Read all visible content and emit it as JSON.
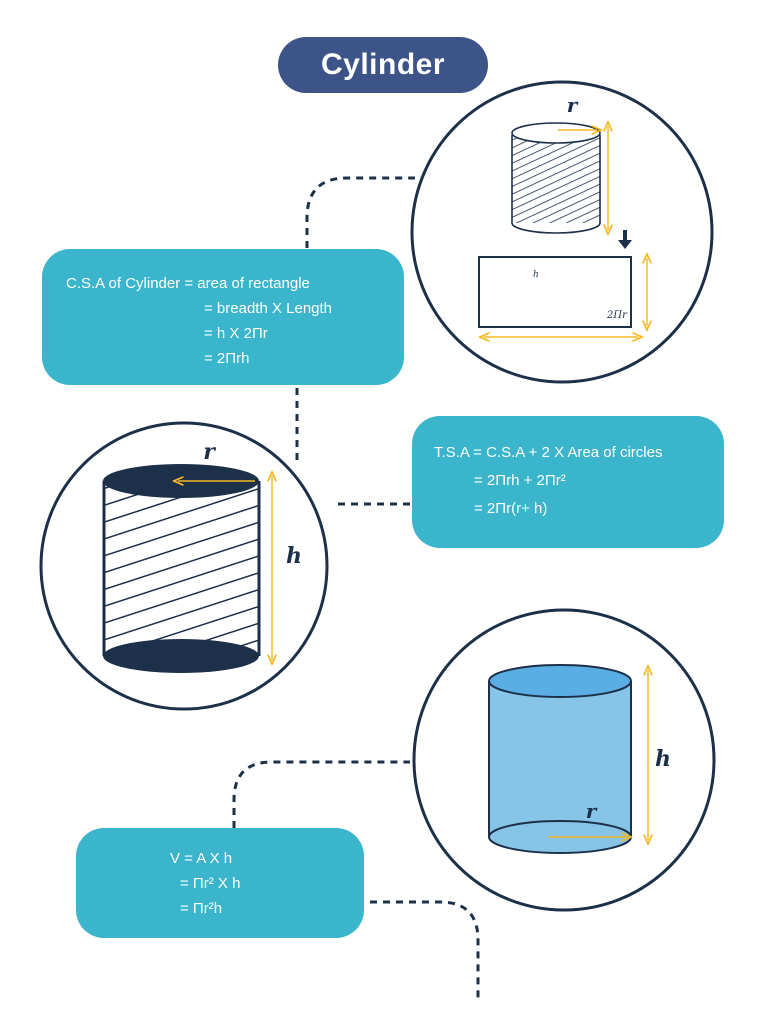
{
  "title": "Cylinder",
  "csa": {
    "line1": "C.S.A of Cylinder = area of rectangle",
    "line2": "= breadth X Length",
    "line3": "= h X 2Πr",
    "line4": "= 2Πrh"
  },
  "tsa": {
    "line1": "T.S.A = C.S.A + 2 X Area of circles",
    "line2": "= 2Πrh + 2Πr²",
    "line3": "= 2Πr(r+ h)"
  },
  "volume": {
    "line1": "V = A X h",
    "line2": "= Πr² X h",
    "line3": "= Πr²h"
  },
  "labels": {
    "r": "r",
    "h": "h",
    "rect_h": "h",
    "rect_2pir": "2Πr"
  },
  "colors": {
    "title_bg": "#3d5488",
    "box_bg": "#3ab5cb",
    "navy": "#1d3049",
    "arrow": "#f5b820",
    "fill_blue": "#86c4e8",
    "fill_top": "#5aaee4"
  }
}
